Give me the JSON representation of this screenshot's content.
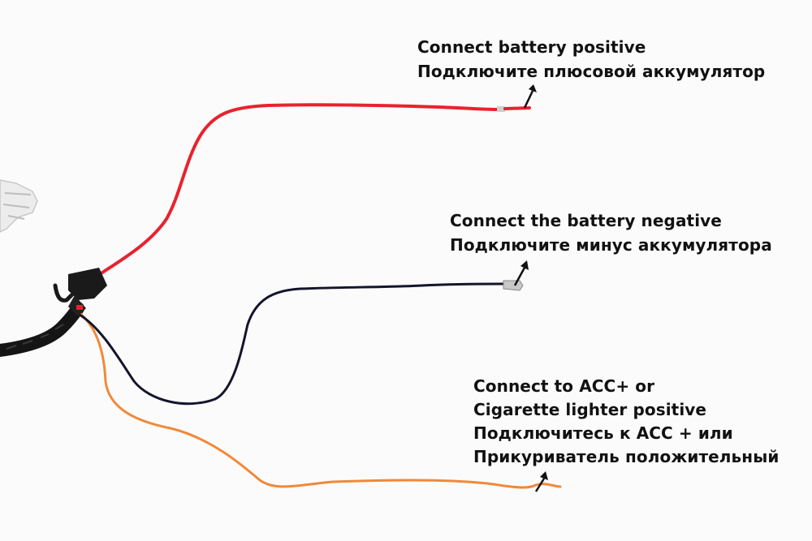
{
  "labels": {
    "battery_positive": {
      "en": "Connect battery positive",
      "ru": "Подключите плюсовой аккумулятор"
    },
    "battery_negative": {
      "en": "Connect the battery negative",
      "ru": "Подключите минус аккумулятора"
    },
    "acc": {
      "en_line1": "Connect to ACC+ or",
      "en_line2": "Cigarette lighter positive",
      "ru_line1": "Подключитесь к ACC + или",
      "ru_line2": "Прикуриватель положительный"
    }
  },
  "colors": {
    "background": "#fbfbfb",
    "red_wire": "#e8232f",
    "black_wire": "#14142c",
    "orange_wire": "#f0893a",
    "harness": "#151515"
  }
}
